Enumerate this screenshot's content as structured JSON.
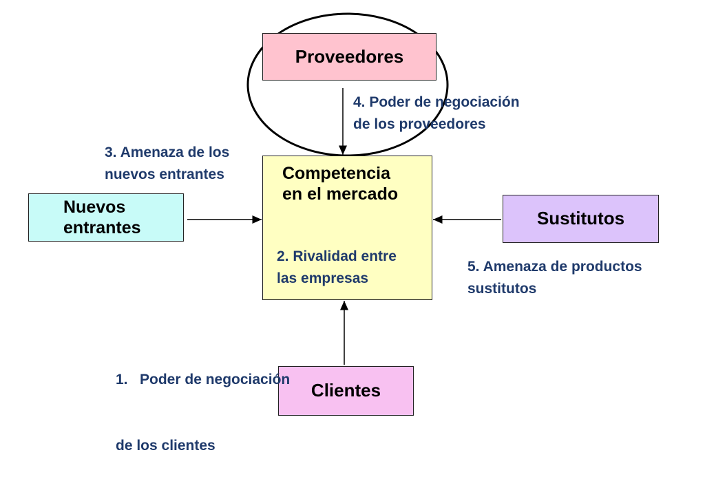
{
  "boxes": {
    "proveedores": "Proveedores",
    "nuevos_entrantes_line1": "Nuevos",
    "nuevos_entrantes_line2": "entrantes",
    "sustitutos": "Sustitutos",
    "clientes": "Clientes"
  },
  "center": {
    "title_line1": "Competencia",
    "title_line2": "en el mercado",
    "rivalry_line1": "2. Rivalidad entre",
    "rivalry_line2": "las empresas"
  },
  "forces": {
    "suppliers_line1": "4. Poder de negociación",
    "suppliers_line2": "de los proveedores",
    "new_entrants_line1": "3. Amenaza de los",
    "new_entrants_line2": "nuevos entrantes",
    "substitutes_line1": "5. Amenaza de productos",
    "substitutes_line2": "sustitutos",
    "clients_line1": "1.   Poder de negociación",
    "clients_line2": "de los clientes"
  },
  "colors": {
    "proveedores": "#ffc3cf",
    "nuevos_entrantes": "#c8fbf8",
    "center": "#ffffc2",
    "sustitutos": "#dcc3fb",
    "clientes": "#f8c1f1",
    "label_text": "#1f3a6b"
  }
}
